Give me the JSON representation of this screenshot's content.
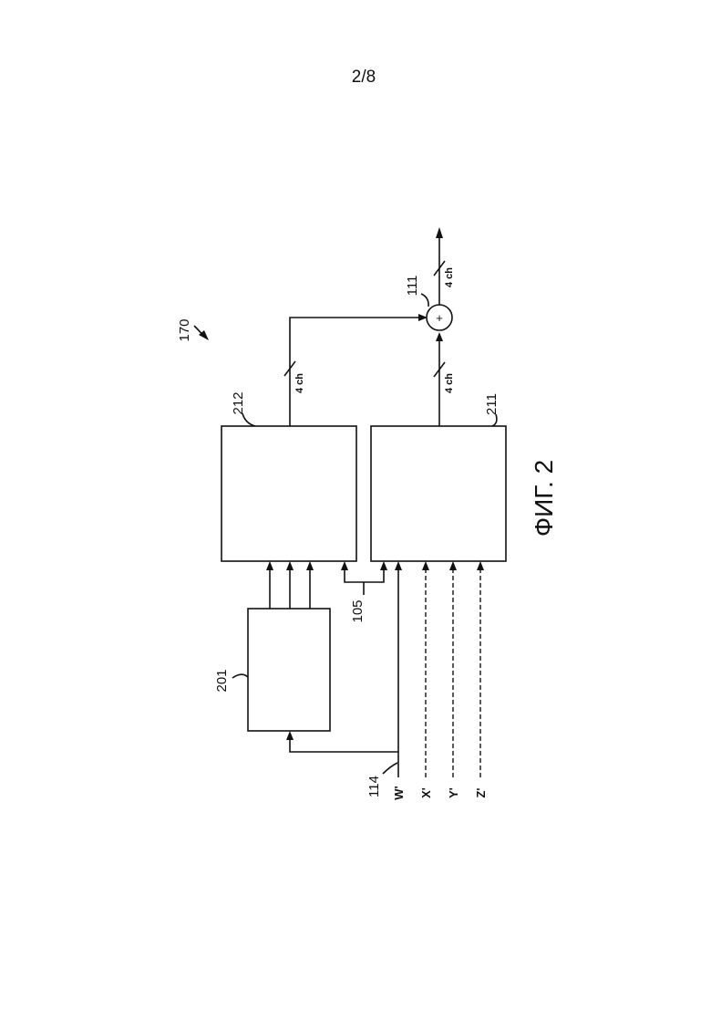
{
  "page_number": "2/8",
  "figure_caption": "ФИГ. 2",
  "labels": {
    "system": "170",
    "block_201": "201",
    "block_212": "212",
    "block_211": "211",
    "summer": "111",
    "bus_105": "105",
    "bus_114": "114",
    "plus_sign": "+"
  },
  "channel_notes": {
    "out_212": "4 ch",
    "out_211": "4 ch",
    "out_sum": "4 ch"
  },
  "inputs": {
    "w": "W'",
    "x": "X'",
    "y": "Y'",
    "z": "Z'"
  }
}
